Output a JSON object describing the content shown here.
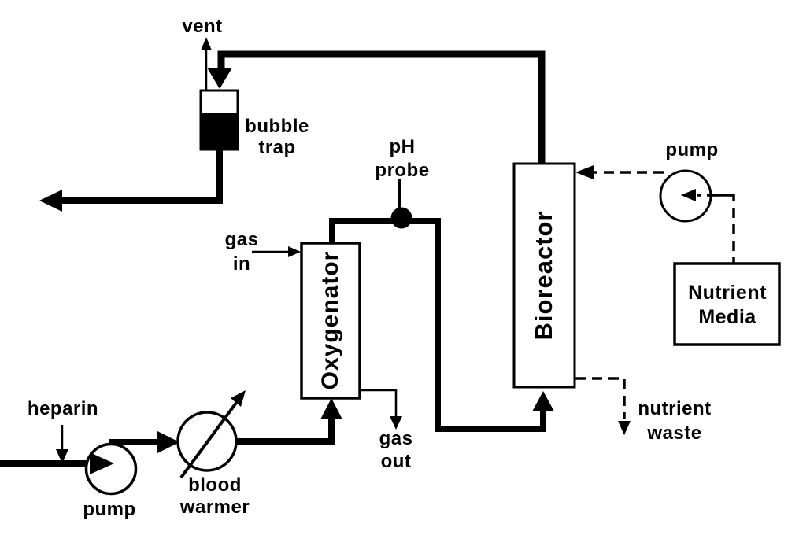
{
  "figure": {
    "background_color": "#ffffff",
    "ink_color": "#000000"
  },
  "components": {
    "vent": {
      "label": "vent"
    },
    "bubble_trap": {
      "label_line1": "bubble",
      "label_line2": "trap"
    },
    "ph_probe": {
      "label_line1": "pH",
      "label_line2": "probe"
    },
    "gas_in": {
      "label_line1": "gas",
      "label_line2": "in"
    },
    "oxygenator": {
      "label": "Oxygenator"
    },
    "gas_out": {
      "label_line1": "gas",
      "label_line2": "out"
    },
    "heparin": {
      "label": "heparin"
    },
    "blood_pump": {
      "label": "pump"
    },
    "blood_warmer": {
      "label_line1": "blood",
      "label_line2": "warmer"
    },
    "bioreactor": {
      "label": "Bioreactor"
    },
    "media_pump": {
      "label": "pump"
    },
    "nutrient_media": {
      "label_line1": "Nutrient",
      "label_line2": "Media"
    },
    "nutrient_waste": {
      "label_line1": "nutrient",
      "label_line2": "waste"
    }
  }
}
